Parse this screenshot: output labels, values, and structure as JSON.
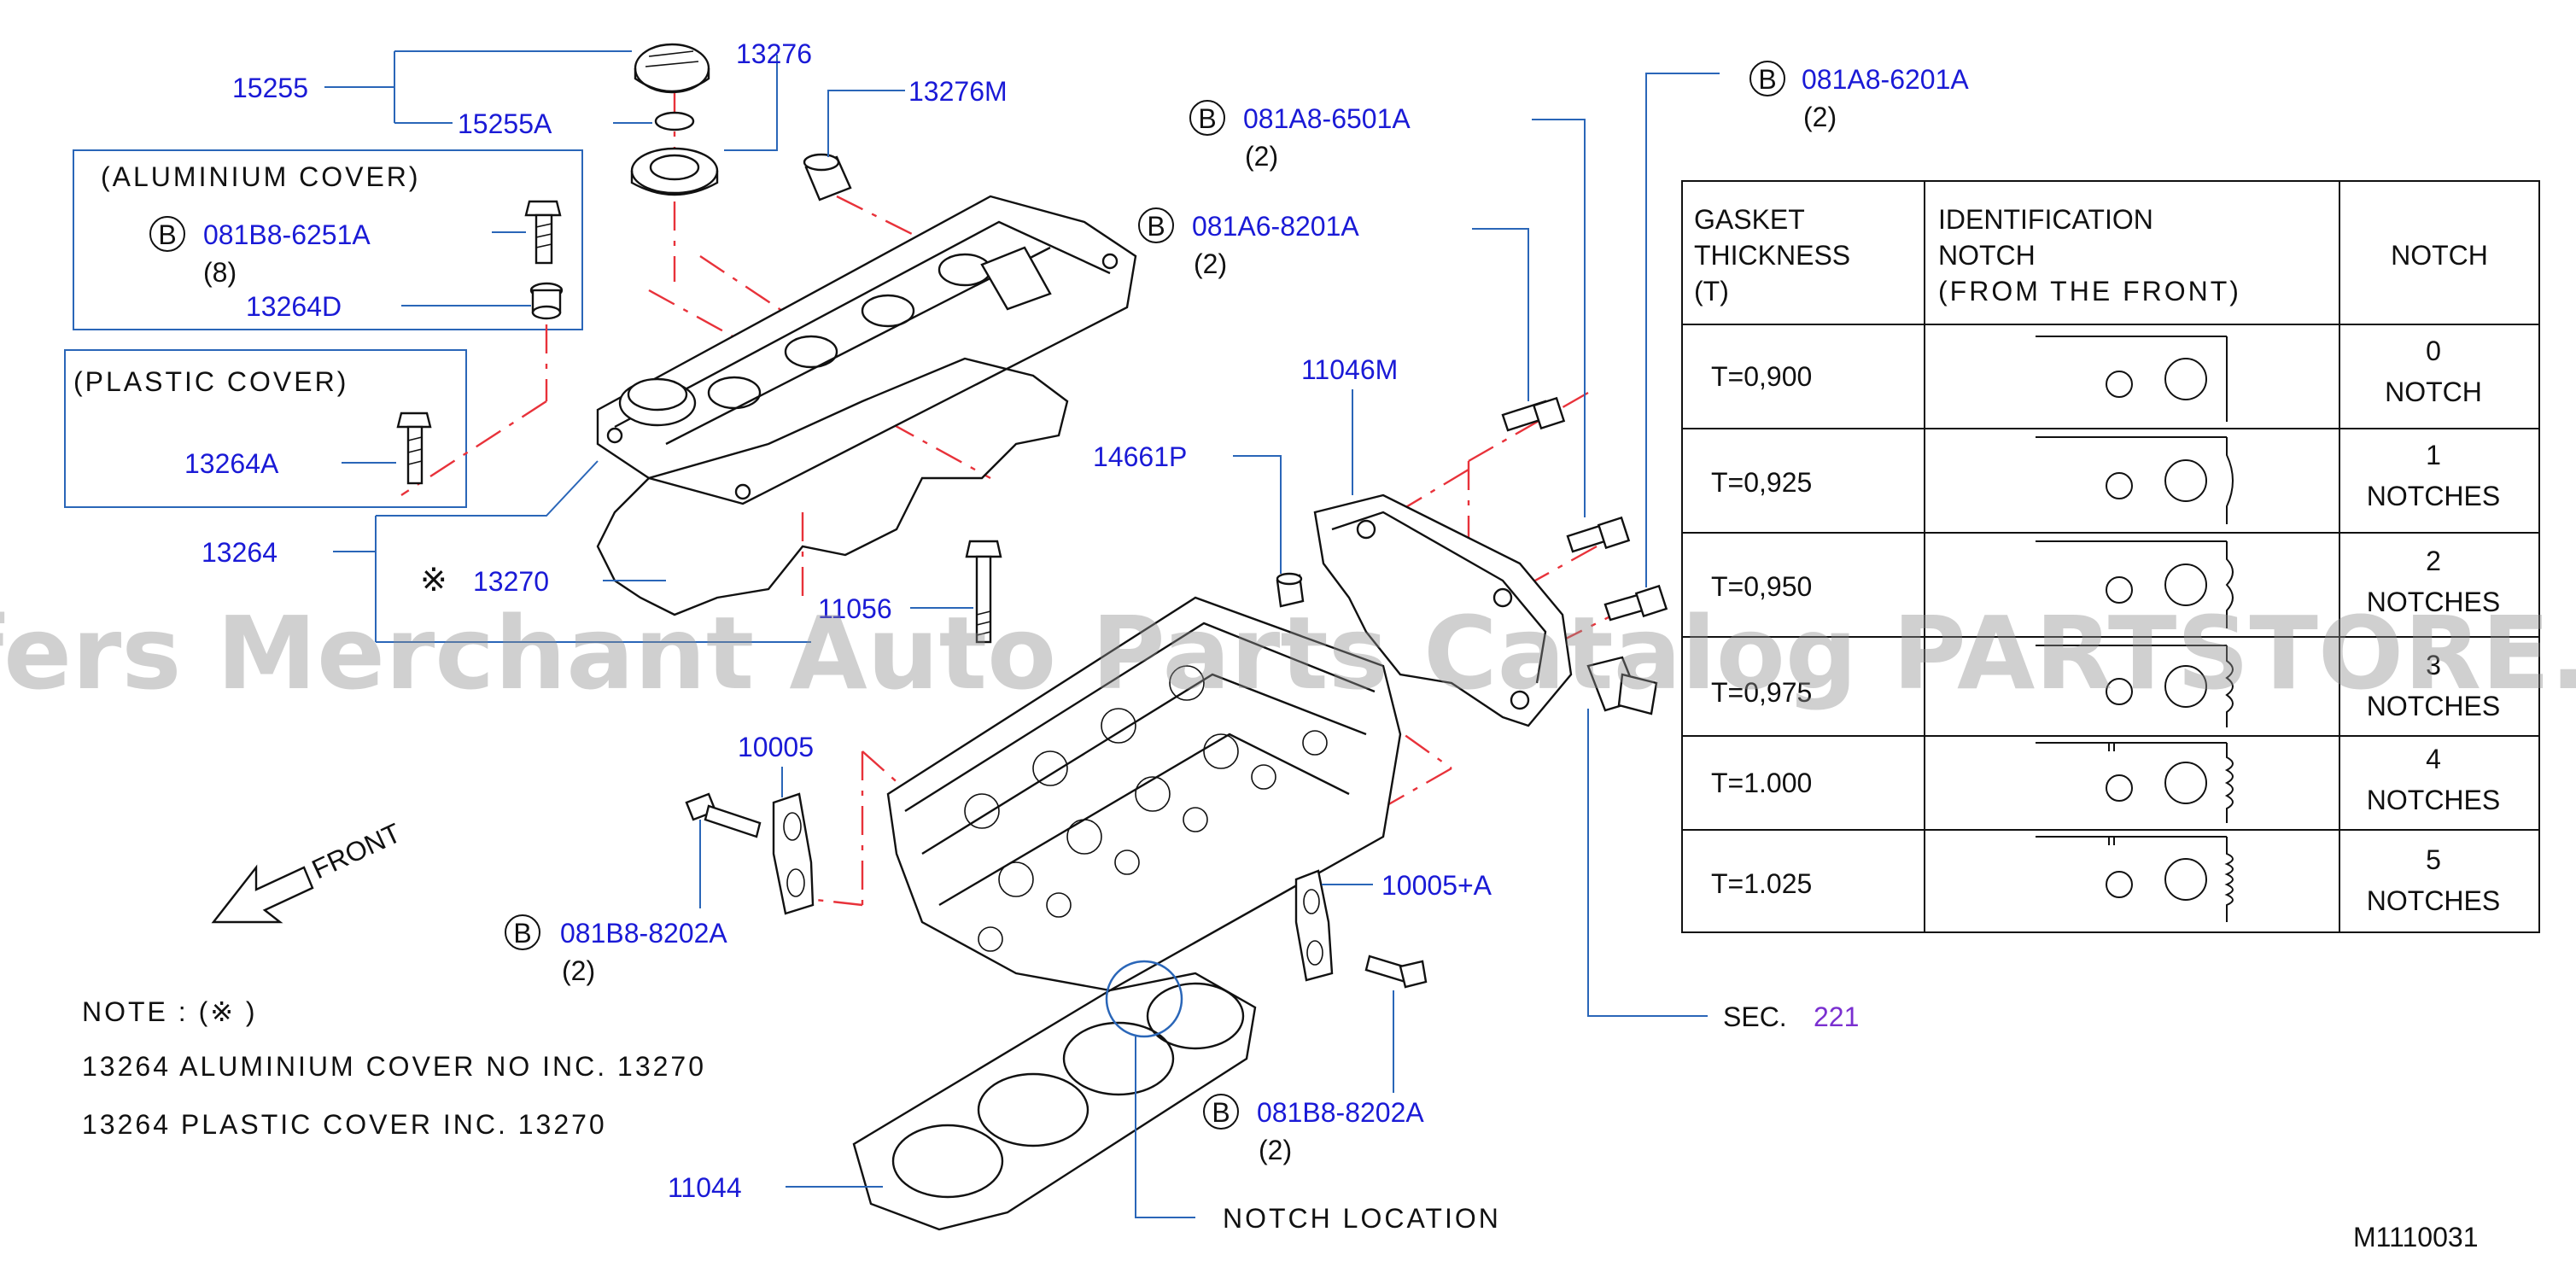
{
  "parts": {
    "p15255": "15255",
    "p15255a": "15255A",
    "p13276": "13276",
    "p13276m": "13276M",
    "p13264d": "13264D",
    "p13264a": "13264A",
    "p13264": "13264",
    "p13270": "13270",
    "p11056": "11056",
    "p14661p": "14661P",
    "p11046m": "11046M",
    "p10005": "10005",
    "p10005a": "10005+A",
    "p11044": "11044"
  },
  "bolts": {
    "b1": {
      "badge": "B",
      "code": "081B8-6251A",
      "qty": "(8)"
    },
    "b2": {
      "badge": "B",
      "code": "081A8-6501A",
      "qty": "(2)"
    },
    "b3": {
      "badge": "B",
      "code": "081A6-8201A",
      "qty": "(2)"
    },
    "b4": {
      "badge": "B",
      "code": "081A8-6201A",
      "qty": "(2)"
    },
    "b5": {
      "badge": "B",
      "code": "081B8-8202A",
      "qty": "(2)"
    },
    "b6": {
      "badge": "B",
      "code": "081B8-8202A",
      "qty": "(2)"
    }
  },
  "labels": {
    "aluminium_cover": "(ALUMINIUM COVER)",
    "plastic_cover": "(PLASTIC COVER)",
    "front": "FRONT",
    "notch_location": "NOTCH LOCATION",
    "sec_prefix": "SEC.",
    "sec_number": "221",
    "ref_mark": "※",
    "diagram_code": "M1110031"
  },
  "note": {
    "title": "NOTE : (※ )",
    "line1": "13264 ALUMINIUM COVER NO INC. 13270",
    "line2": "13264 PLASTIC COVER INC. 13270"
  },
  "gasket_table": {
    "headers": {
      "thickness": [
        "GASKET",
        "THICKNESS",
        "(T)"
      ],
      "identification": [
        "IDENTIFICATION",
        "NOTCH",
        "(FROM THE FRONT)"
      ],
      "notch": "NOTCH"
    },
    "rows": [
      {
        "t": "T=0,900",
        "notch_count": "0",
        "notch_label": "NOTCH",
        "notches": 0
      },
      {
        "t": "T=0,925",
        "notch_count": "1",
        "notch_label": "NOTCHES",
        "notches": 1
      },
      {
        "t": "T=0,950",
        "notch_count": "2",
        "notch_label": "NOTCHES",
        "notches": 2
      },
      {
        "t": "T=0,975",
        "notch_count": "3",
        "notch_label": "NOTCHES",
        "notches": 3
      },
      {
        "t": "T=1.000",
        "notch_count": "4",
        "notch_label": "NOTCHES",
        "notches": 4
      },
      {
        "t": "T=1.025",
        "notch_count": "5",
        "notch_label": "NOTCHES",
        "notches": 5
      }
    ]
  },
  "watermark": "Offers Merchant Auto Parts Catalog PARTSTORE.SA",
  "colors": {
    "part_number": "#1a1ad6",
    "leader": "#2a66b8",
    "centerline": "#e8323a",
    "section_ref": "#7a2fd0"
  }
}
